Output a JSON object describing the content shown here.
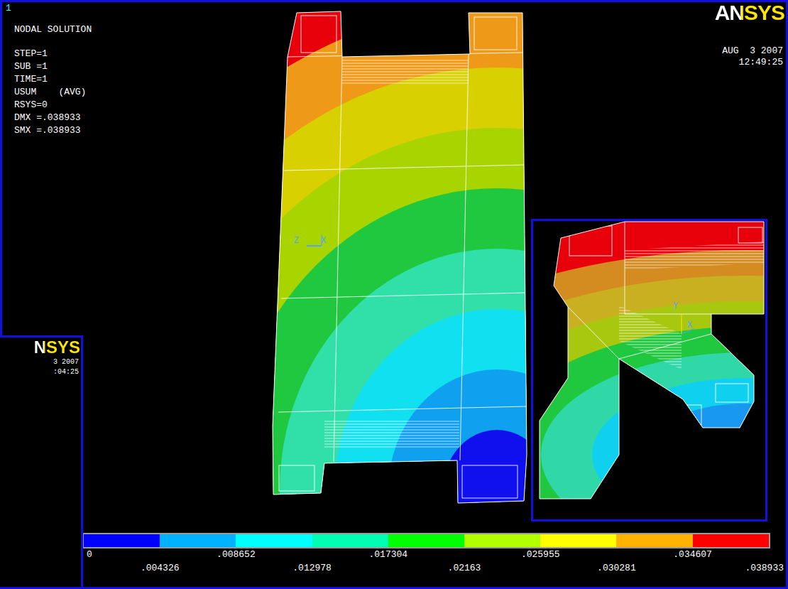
{
  "diagram": {
    "labels": [
      "1",
      "NODAL SOLUTION",
      "STEP=1",
      "SUB =1",
      "TIME=1",
      "USUM    (AVG)",
      "RSYS=0",
      "DMX =.038933",
      "SMX =.038933",
      "ANSYS",
      "AUG  3 2007",
      "12:49:25",
      "Z",
      "X",
      "Y",
      "X",
      "0",
      ".008652",
      ".017304",
      ".025955",
      ".034607",
      ".004326",
      ".012978",
      ".02163",
      ".030281",
      ".038933",
      "NSYS",
      "3 2007",
      ":04:25"
    ]
  }
}
